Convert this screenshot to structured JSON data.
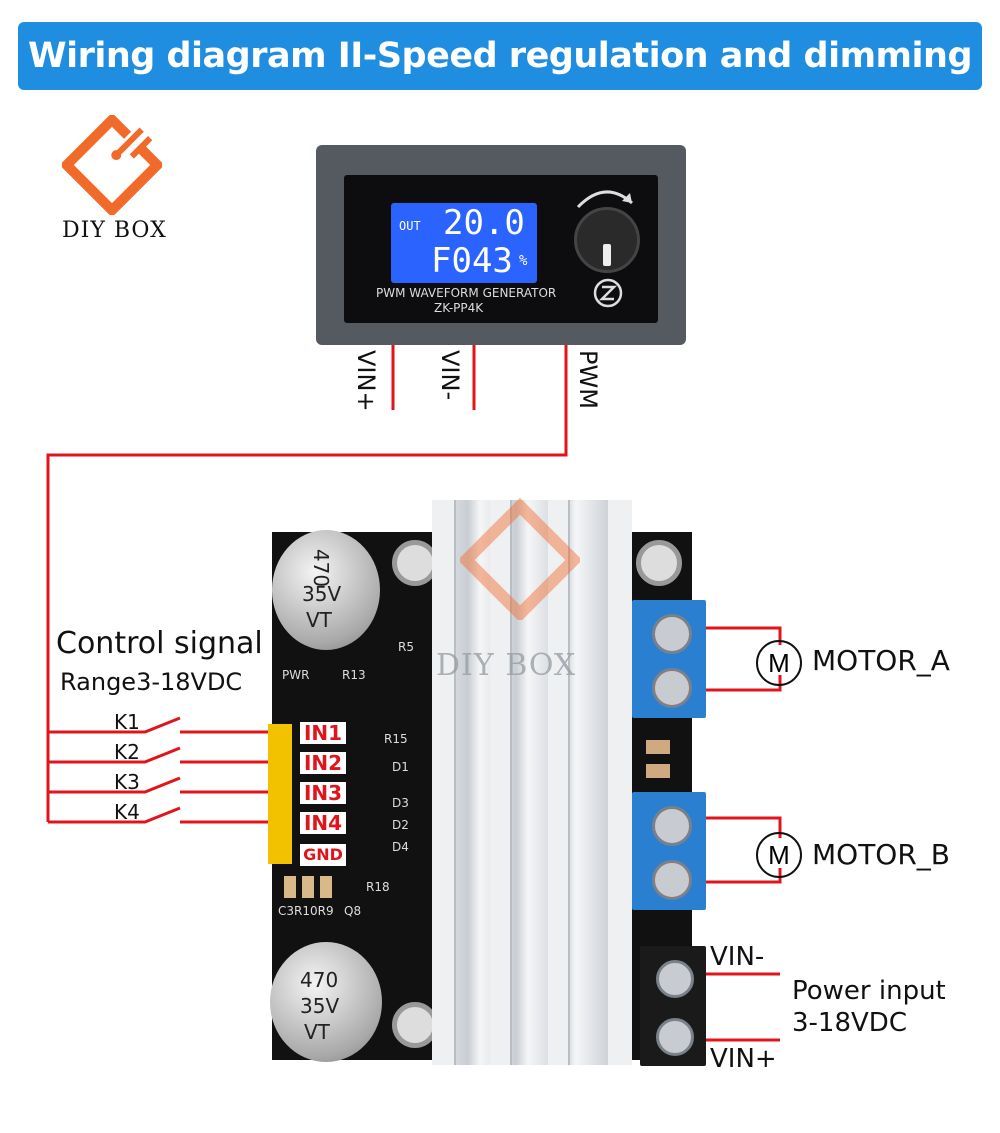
{
  "banner": {
    "title": "Wiring diagram II-Speed regulation and dimming control"
  },
  "brand": {
    "name": "DIY BOX",
    "watermark": "DIY BOX"
  },
  "generator": {
    "lcd_out_label": "OUT",
    "lcd_freq": "20.0",
    "lcd_duty": "F043",
    "lcd_percent": "%",
    "caption_line1": "PWM WAVEFORM GENERATOR",
    "caption_line2": "ZK-PP4K",
    "pins": [
      "VIN+",
      "VIN-",
      "PWM"
    ]
  },
  "board": {
    "cap_label": [
      "470",
      "35V",
      "VT"
    ],
    "silkscreen": [
      "PWR",
      "R13",
      "R5",
      "R15",
      "D1",
      "D3",
      "D2",
      "D4",
      "R18",
      "C3R10R9",
      "Q8"
    ],
    "pins": [
      "IN1",
      "IN2",
      "IN3",
      "IN4",
      "GND"
    ]
  },
  "control": {
    "title": "Control signal",
    "range": "Range3-18VDC",
    "switches": [
      "K1",
      "K2",
      "K3",
      "K4"
    ]
  },
  "motors": [
    {
      "symbol": "M",
      "label": "MOTOR_A"
    },
    {
      "symbol": "M",
      "label": "MOTOR_B"
    }
  ],
  "power": {
    "vin_minus": "VIN-",
    "vin_plus": "VIN+",
    "label_line1": "Power input",
    "label_line2": "3-18VDC"
  },
  "colors": {
    "banner": "#1f8ee0",
    "wire": "#e0141b",
    "terminal": "#2a7fd0",
    "pin_header": "#f2c200",
    "pcb": "#111111",
    "lcd": "#2b63ff",
    "logo": "#f26a2a"
  }
}
